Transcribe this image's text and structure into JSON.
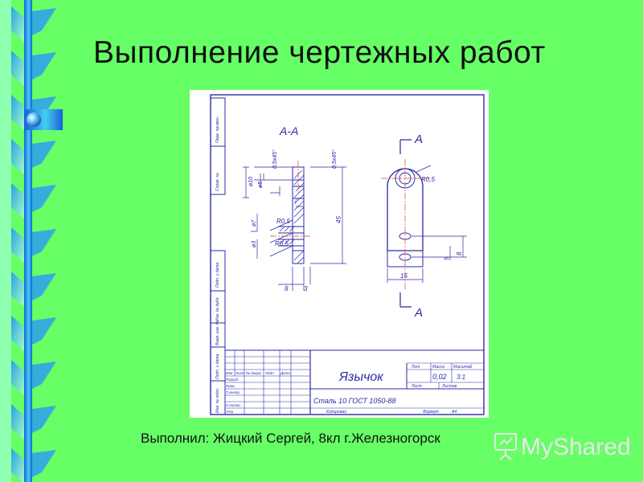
{
  "slide": {
    "title": "Выполнение чертежных работ",
    "caption": "Выполнил: Жицкий Сергей, 8кл г.Железногорск"
  },
  "drawing": {
    "section_label": "А-А",
    "view_arrow_label_top": "А",
    "view_arrow_label_bottom": "А",
    "part_name": "Язычок",
    "material": "Сталь 10  ГОСТ 1050-88",
    "mass": "0,02",
    "scale": "3:1",
    "dimensions": {
      "d10": "ø10",
      "d5": "ø5",
      "d7": "ø7",
      "d3": "ø3",
      "chamfer_left": "0,5x45°",
      "chamfer_right": "0,5x45°",
      "r05_a": "R0,5",
      "r05_b": "R0,5",
      "r05_c": "R0,5",
      "length_45": "45",
      "gap_7": "7",
      "width_8": "8",
      "thk_3": "3",
      "width_15": "15",
      "h_5": "5",
      "h_8": "8"
    },
    "side_labels": [
      "Перв. примен.",
      "Справ. №",
      "Подп. и дата",
      "Инв. № дубл.",
      "Взам. инв. №",
      "Подп. и дата",
      "Инв. № подл."
    ],
    "title_block": {
      "headers": [
        "Изм",
        "Лист",
        "№ докум.",
        "Подп.",
        "Дата"
      ],
      "rows": [
        "Разраб.",
        "Пров.",
        "Т.контр.",
        "Н.контр.",
        "Утв."
      ],
      "lit_label": "Лит",
      "mass_label": "Масса",
      "scale_label": "Масштаб",
      "sheet_label": "Лист",
      "sheets_label": "Листов",
      "copied_label": "Копировал",
      "format_label": "Формат",
      "format_value": "А4"
    }
  },
  "watermark": {
    "text": "MyShared"
  },
  "colors": {
    "background": "#66ff66",
    "strip_blue": "#1a5fd6",
    "strip_cyan": "#3cc8e6",
    "strip_light": "#8fffb0",
    "drawing_line": "#2a2aa8",
    "centerline": "#e04020"
  }
}
